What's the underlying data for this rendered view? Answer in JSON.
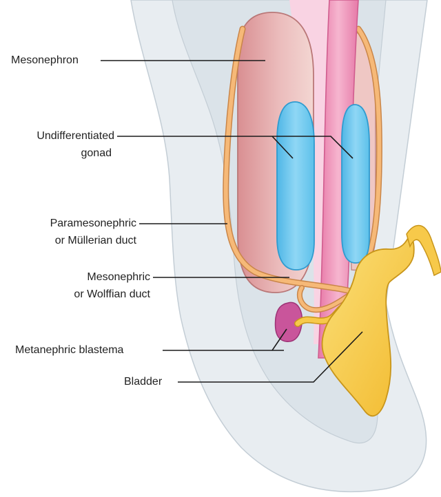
{
  "labels": {
    "mesonephron": "Mesonephron",
    "gonad_line1": "Undifferentiated",
    "gonad_line2": "gonad",
    "paramesonephric_line1": "Paramesonephric",
    "paramesonephric_line2": "or Müllerian duct",
    "mesonephric_line1": "Mesonephric",
    "mesonephric_line2": "or Wolffian duct",
    "metanephric": "Metanephric blastema",
    "bladder": "Bladder"
  },
  "colors": {
    "body_outer": "#e6ebef",
    "body_inner": "#d8e0e6",
    "mesonephron": "#e2a6a6",
    "mesonephron_light": "#f1cfcc",
    "gonad": "#7fd0f2",
    "gonad_dark": "#3aa9dc",
    "duct": "#f6b978",
    "duct_edge": "#c98548",
    "hindgut": "#ee8fb6",
    "hindgut_light": "#f7c5d9",
    "bladder": "#f7c94a",
    "bladder_edge": "#c8951a",
    "blastema": "#c9559b",
    "leader": "#1a1a1a"
  }
}
